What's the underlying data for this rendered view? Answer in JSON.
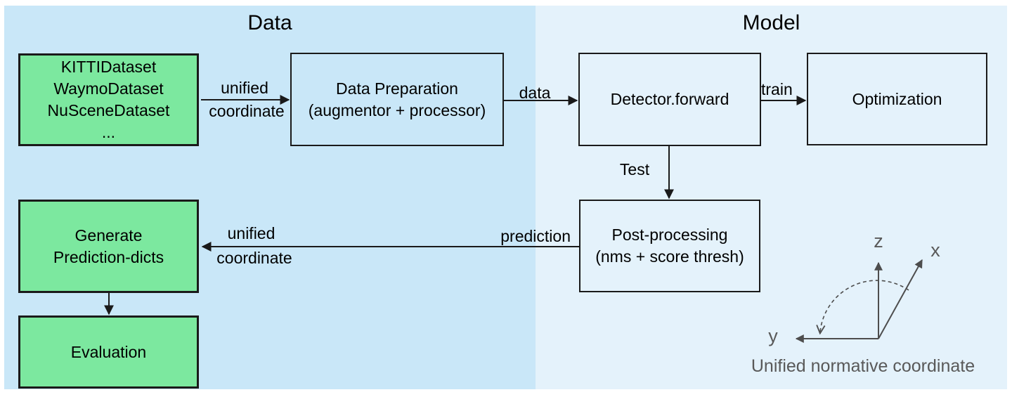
{
  "colors": {
    "data_section_bg": "#c9e7f8",
    "model_section_bg": "#e4f2fb",
    "green_fill": "#7ce89f",
    "box_border": "#1a1a1a",
    "arrow": "#1a1a1a",
    "axis": "#4d4d4d",
    "muted_text": "#595959"
  },
  "sections": {
    "data": {
      "title": "Data"
    },
    "model": {
      "title": "Model"
    }
  },
  "boxes": {
    "datasets": {
      "lines": [
        "KITTIDataset",
        "WaymoDataset",
        "NuSceneDataset",
        "..."
      ]
    },
    "data_preparation": {
      "lines": [
        "Data Preparation",
        "(augmentor + processor)"
      ]
    },
    "detector": {
      "lines": [
        "Detector.forward"
      ]
    },
    "optimization": {
      "lines": [
        "Optimization"
      ]
    },
    "post_processing": {
      "lines": [
        "Post-processing",
        "(nms + score thresh)"
      ]
    },
    "generate_prediction": {
      "lines": [
        "Generate",
        "Prediction-dicts"
      ]
    },
    "evaluation": {
      "lines": [
        "Evaluation"
      ]
    }
  },
  "edge_labels": {
    "unified_coordinate_top": {
      "line1": "unified",
      "line2": "coordinate"
    },
    "data": "data",
    "train": "train",
    "test": "Test",
    "prediction": "prediction",
    "unified_coordinate_bottom": {
      "line1": "unified",
      "line2": "coordinate"
    }
  },
  "axes": {
    "z_label": "z",
    "x_label": "x",
    "y_label": "y",
    "caption": "Unified normative coordinate"
  }
}
